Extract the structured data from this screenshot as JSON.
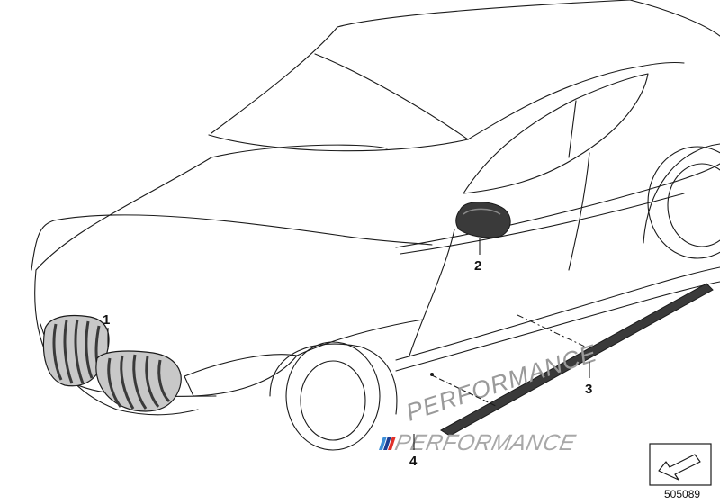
{
  "callouts": [
    {
      "number": "1",
      "part": "kidney grille"
    },
    {
      "number": "2",
      "part": "mirror cap"
    },
    {
      "number": "3",
      "part": "side sill trim"
    },
    {
      "number": "4",
      "part": "M Performance decal"
    }
  ],
  "decals": {
    "side_script": "PERFORMANCE",
    "badge_script": "PERFORMANCE"
  },
  "diagram_ref": "505089",
  "colors": {
    "outline": "#1a1a1a",
    "part_fill": "#3a3a3a",
    "decal_gray": "#9a9a9a",
    "m_blue_light": "#3d8fd8",
    "m_blue_dark": "#1c3f94",
    "m_red": "#e0302a"
  }
}
